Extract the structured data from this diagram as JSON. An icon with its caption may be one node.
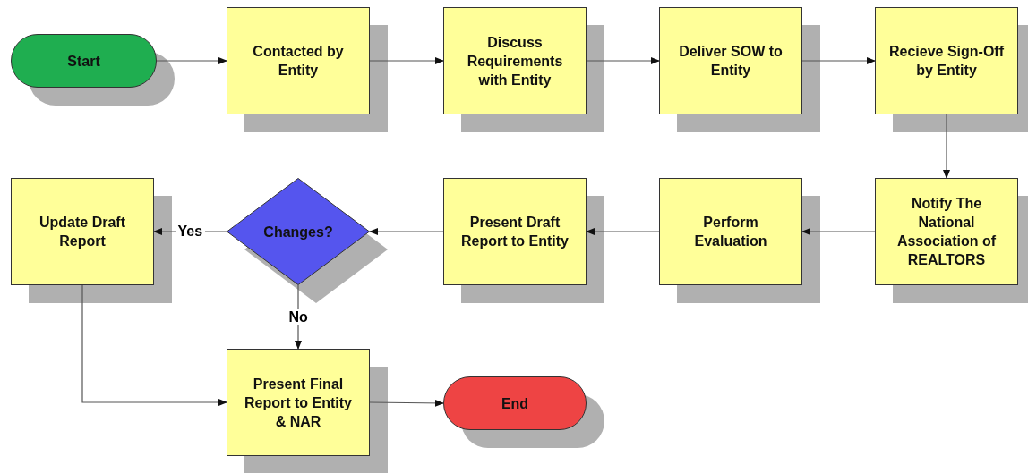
{
  "diagram": {
    "nodes": [
      {
        "text": [
          "Start"
        ]
      },
      {
        "text": [
          "Contacted by Entity"
        ]
      },
      {
        "text": [
          "Discuss Requirements with Entity"
        ]
      },
      {
        "text": [
          "Deliver SOW to Entity"
        ]
      },
      {
        "text": [
          "Recieve Sign-Off by Entity"
        ]
      },
      {
        "text": [
          "Notify The National Association of REALTORS"
        ]
      },
      {
        "text": [
          "Perform Evaluation"
        ]
      },
      {
        "text": [
          "Present Draft Report to Entity"
        ]
      },
      {
        "text": [
          "Changes?"
        ]
      },
      {
        "text": [
          "Update Draft Report"
        ]
      },
      {
        "text": [
          "Present Final Report to Entity & NAR"
        ]
      },
      {
        "text": [
          "End"
        ]
      }
    ],
    "edges": [
      {
        "from": 0,
        "to": 1,
        "arrow": "to"
      },
      {
        "from": 1,
        "to": 2,
        "arrow": "to"
      },
      {
        "from": 2,
        "to": 3,
        "arrow": "to"
      },
      {
        "from": 3,
        "to": 4,
        "arrow": "to"
      },
      {
        "from": 4,
        "to": 5,
        "arrow": "to"
      },
      {
        "from": 5,
        "to": 6,
        "arrow": "to"
      },
      {
        "from": 6,
        "to": 7,
        "arrow": "to"
      },
      {
        "from": 7,
        "to": 8,
        "arrow": "to"
      },
      {
        "from": 8,
        "to": 9,
        "arrow": "to",
        "label": "Yes"
      },
      {
        "from": 8,
        "to": 10,
        "arrow": "to",
        "label": "No"
      },
      {
        "from": 9,
        "to": 10,
        "arrow": "to"
      },
      {
        "from": 10,
        "to": 11,
        "arrow": "to"
      }
    ]
  }
}
